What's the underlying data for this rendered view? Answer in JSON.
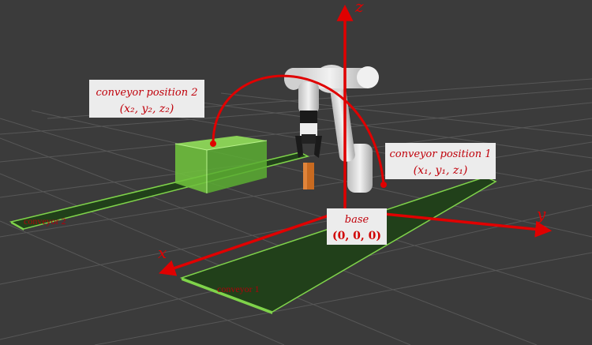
{
  "labels": {
    "conveyor_pos2_title": "conveyor position 2",
    "conveyor_pos2_coords": "(x₂, y₂, z₂)",
    "conveyor_pos1_title": "conveyor position 1",
    "conveyor_pos1_coords": "(x₁, y₁, z₁)",
    "base_title": "base",
    "base_coords": "(0, 0, 0)",
    "conveyor2": "conveyor 2",
    "conveyor1": "conveyor 1"
  },
  "axes": {
    "x": "x",
    "y": "y",
    "z": "z"
  },
  "colors": {
    "background": "#3b3b3b",
    "grid": "#555555",
    "axis_red": "#e00000",
    "conveyor_fill": "#1f3a15",
    "conveyor_edge": "#7fd34a",
    "box_fill": "#7dd04c",
    "robot_white": "#e6e6e6",
    "robot_gray": "#9a9a9a",
    "gripper_black": "#1a1a1a",
    "orange_block": "#c86a20",
    "label_bg": "#eeeeee"
  }
}
